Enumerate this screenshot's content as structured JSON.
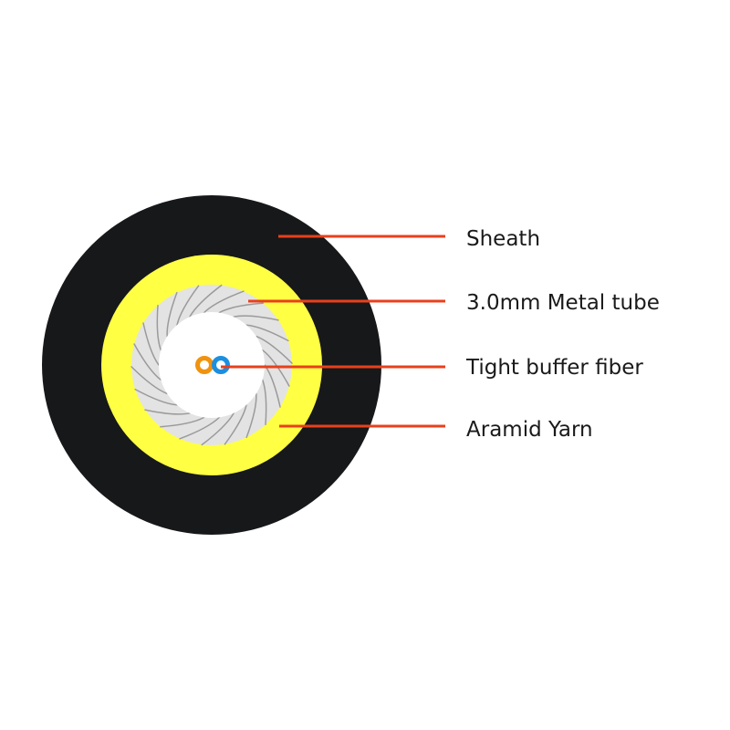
{
  "labels": {
    "sheath": "Sheath",
    "metal_tube": "3.0mm Metal tube",
    "fiber": "Tight buffer fiber",
    "aramid": "Aramid Yarn"
  },
  "colors": {
    "sheath": "#17181a",
    "yarn_ring": "#ffff44",
    "metal_tube": "#e3e3e3",
    "tube_lines": "#9a9a9a",
    "core": "#ffffff",
    "fiber_orange": "#f0930f",
    "fiber_blue": "#1c8fe0",
    "leader": "#e8401c",
    "text": "#1a1a1a"
  },
  "icons": {
    "fiber_a": "orange-fiber-icon",
    "fiber_b": "blue-fiber-icon"
  }
}
